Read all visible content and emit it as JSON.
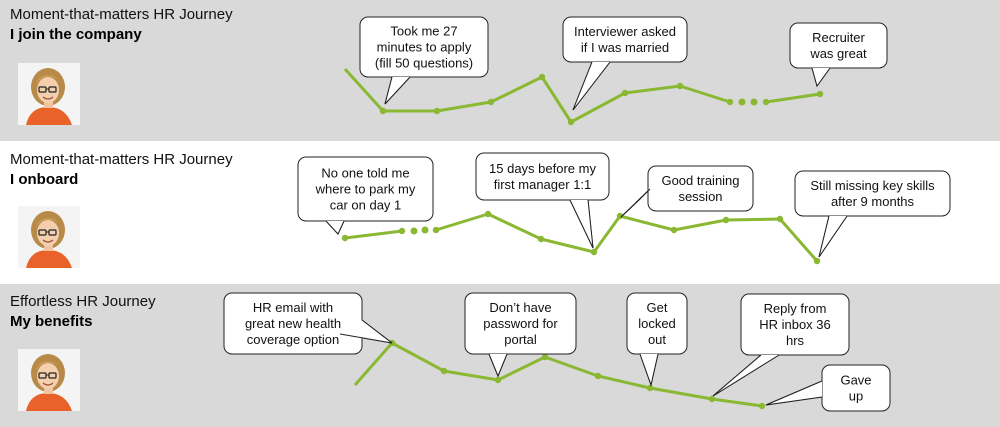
{
  "colors": {
    "band_gray": "#d9d9d9",
    "band_white": "#ffffff",
    "line_green": "#8ab832",
    "bubble_fill": "#ffffff",
    "bubble_stroke": "#222222"
  },
  "journeys": [
    {
      "title": "Moment-that-matters HR Journey",
      "subtitle": "I join the company",
      "avatar": "person-avatar",
      "callouts": [
        {
          "lines": [
            "Took me 27",
            "minutes to apply",
            "(fill 50 questions)"
          ]
        },
        {
          "lines": [
            "Interviewer asked",
            "if I was married"
          ]
        },
        {
          "lines": [
            "Recruiter",
            "was great"
          ]
        }
      ]
    },
    {
      "title": "Moment-that-matters HR Journey",
      "subtitle": "I onboard",
      "avatar": "person-avatar",
      "callouts": [
        {
          "lines": [
            "No one told me",
            "where to park my",
            "car on day 1"
          ]
        },
        {
          "lines": [
            "15 days before my",
            "first manager 1:1"
          ]
        },
        {
          "lines": [
            "Good training",
            "session"
          ]
        },
        {
          "lines": [
            "Still missing key skills",
            "after 9 months"
          ]
        }
      ]
    },
    {
      "title": "Effortless HR Journey",
      "subtitle": "My benefits",
      "avatar": "person-avatar",
      "callouts": [
        {
          "lines": [
            "HR email with",
            "great new health",
            "coverage option"
          ]
        },
        {
          "lines": [
            "Don’t have",
            "password for",
            "portal"
          ]
        },
        {
          "lines": [
            "Get",
            "locked",
            "out"
          ]
        },
        {
          "lines": [
            "Reply from",
            "HR inbox 36",
            "hrs"
          ]
        },
        {
          "lines": [
            "Gave",
            "up"
          ]
        }
      ]
    }
  ]
}
